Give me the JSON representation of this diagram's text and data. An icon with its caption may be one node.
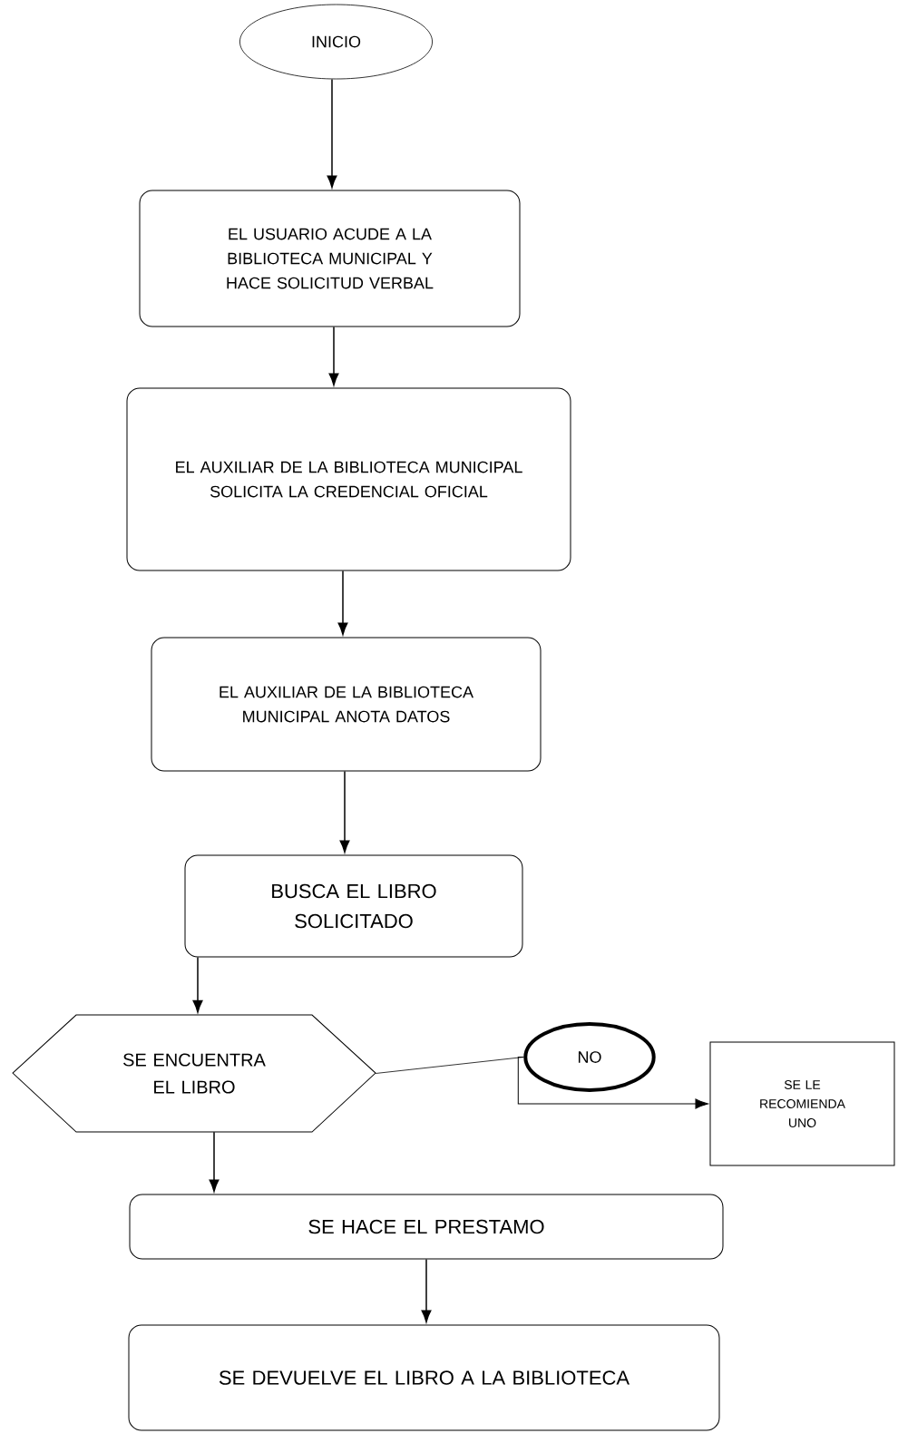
{
  "diagram": {
    "nodes": [
      {
        "text": [
          "INICIO"
        ]
      },
      {
        "text": [
          "EL USUARIO ACUDE A LA BIBLIOTECA MUNICIPAL Y HACE SOLICITUD VERBAL"
        ]
      },
      {
        "text": [
          "EL AUXILIAR DE LA BIBLIOTECA MUNICIPAL SOLICITA LA CREDENCIAL OFICIAL"
        ]
      },
      {
        "text": [
          "EL AUXILIAR DE LA BIBLIOTECA MUNICIPAL ANOTA DATOS"
        ]
      },
      {
        "text": [
          "BUSCA EL LIBRO SOLICITADO"
        ]
      },
      {
        "text": [
          "SE ENCUENTRA EL LIBRO"
        ]
      },
      {
        "text": [
          "NO"
        ]
      },
      {
        "text": [
          "SE LE RECOMIENDA UNO"
        ]
      },
      {
        "text": [
          "SE HACE EL PRESTAMO"
        ]
      },
      {
        "text": [
          "SE DEVUELVE EL LIBRO A LA BIBLIOTECA"
        ]
      }
    ],
    "edges": [
      {
        "from": 0,
        "to": 1,
        "arrow": "to"
      },
      {
        "from": 1,
        "to": 2,
        "arrow": "to"
      },
      {
        "from": 2,
        "to": 3,
        "arrow": "to"
      },
      {
        "from": 3,
        "to": 4,
        "arrow": "to"
      },
      {
        "from": 4,
        "to": 5,
        "arrow": "to"
      },
      {
        "from": 5,
        "to": 6,
        "arrow": "none"
      },
      {
        "from": 6,
        "to": 7,
        "arrow": "to"
      },
      {
        "from": 5,
        "to": 8,
        "arrow": "to"
      },
      {
        "from": 8,
        "to": 9,
        "arrow": "to"
      }
    ]
  }
}
